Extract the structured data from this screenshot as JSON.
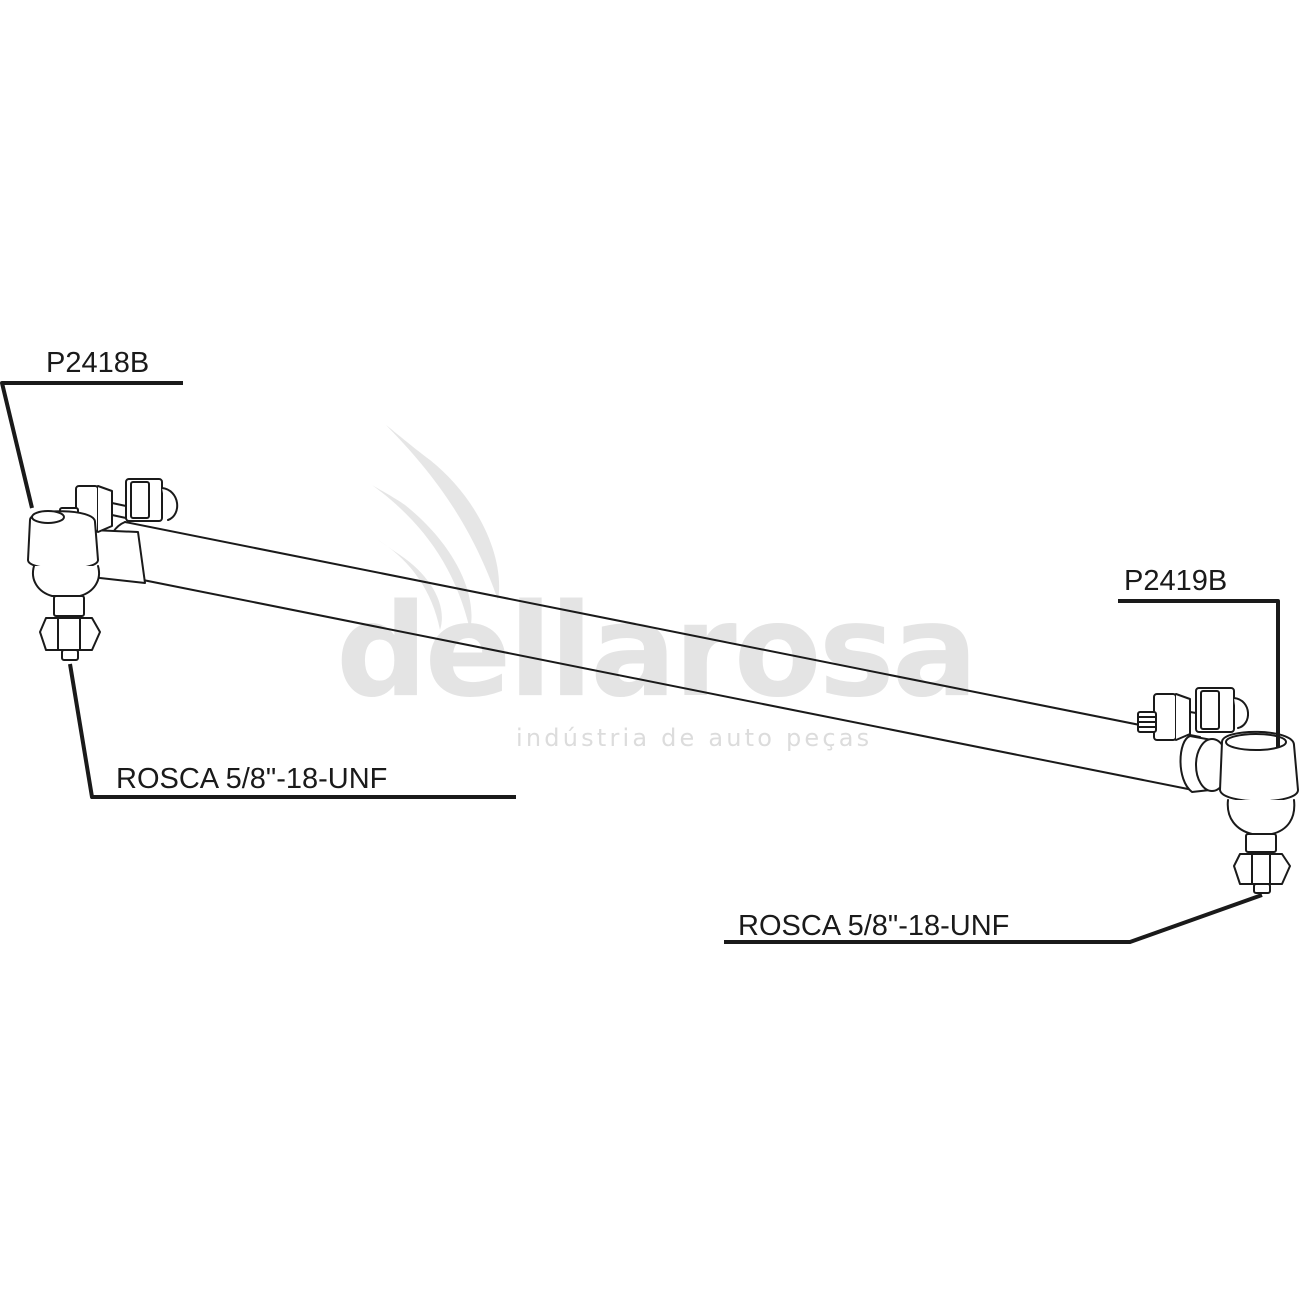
{
  "labels": {
    "part_left": "P2418B",
    "part_right": "P2419B",
    "thread_left": "ROSCA 5/8\"-18-UNF",
    "thread_right": "ROSCA 5/8\"-18-UNF"
  },
  "watermark": {
    "brand": "dellarosa",
    "tagline": "indústria de auto peças"
  },
  "colors": {
    "line": "#1a1a1a",
    "watermark": "#e4e4e4"
  }
}
